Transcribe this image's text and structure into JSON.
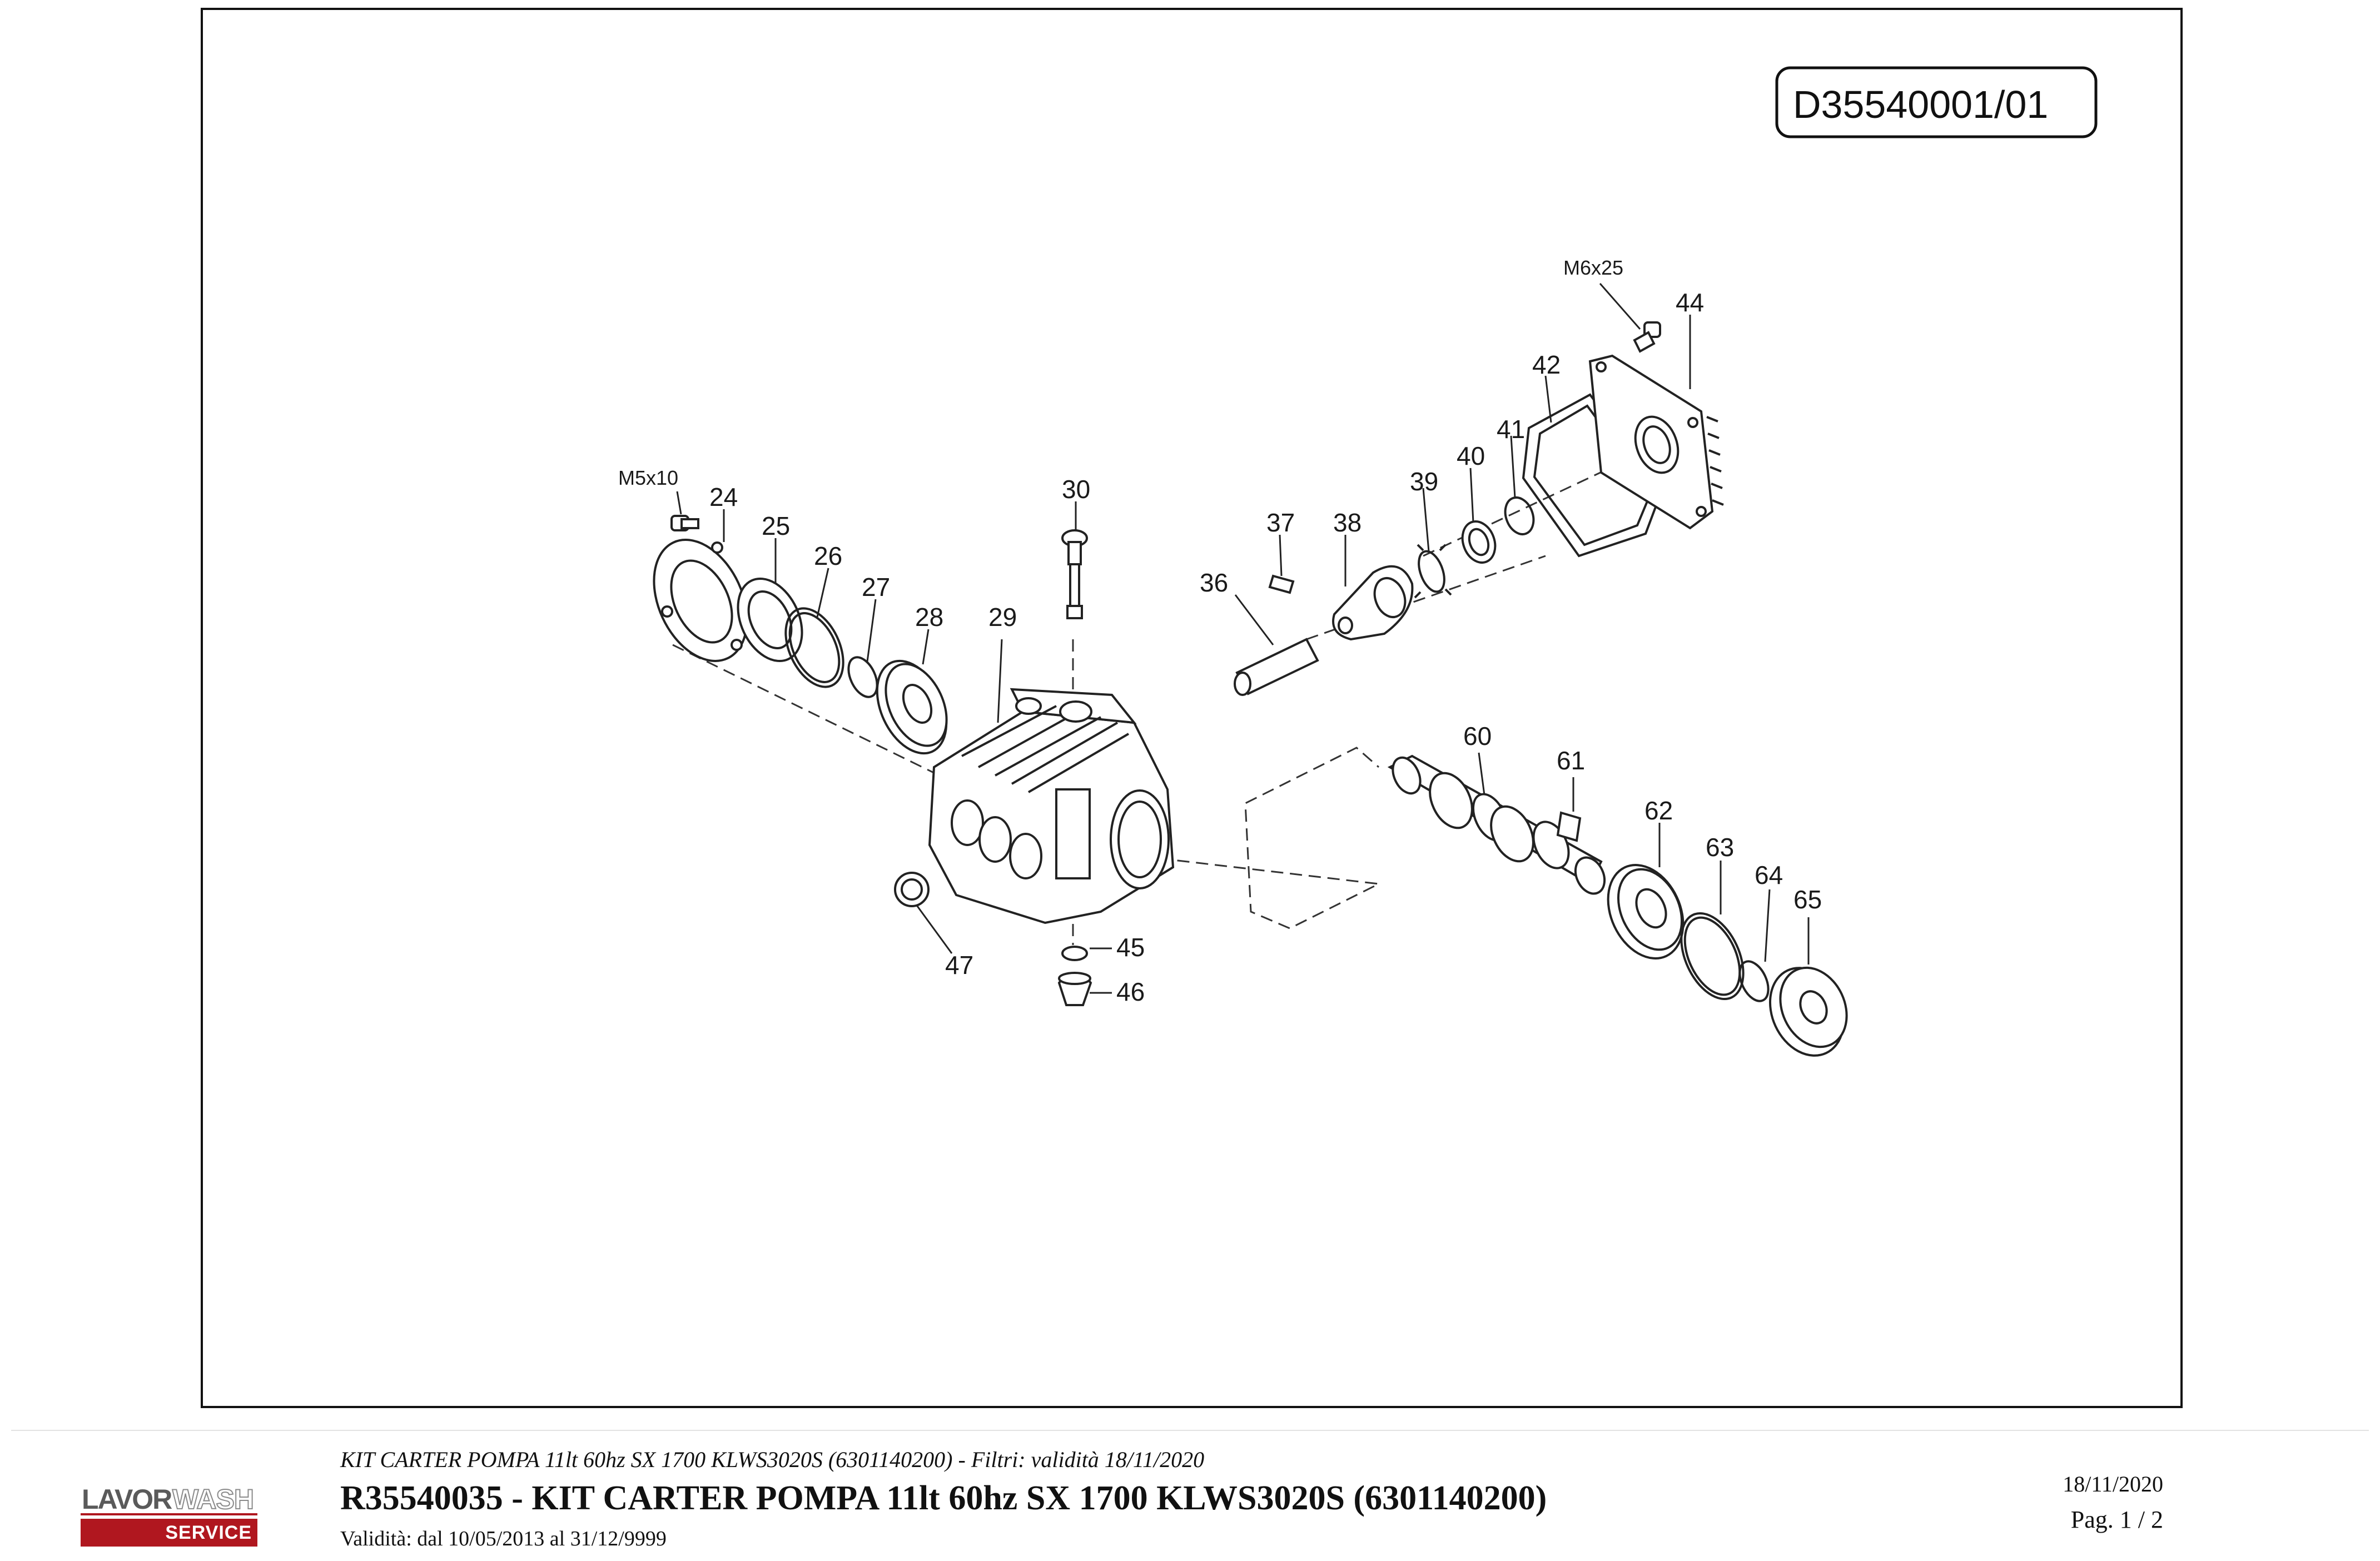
{
  "drawing": {
    "code": "D35540001/01",
    "part_labels": {
      "p24": "24",
      "p25": "25",
      "p26": "26",
      "p27": "27",
      "p28": "28",
      "p29": "29",
      "p30": "30",
      "p36": "36",
      "p37": "37",
      "p38": "38",
      "p39": "39",
      "p40": "40",
      "p41": "41",
      "p42": "42",
      "p44": "44",
      "p45": "45",
      "p46": "46",
      "p47": "47",
      "p60": "60",
      "p61": "61",
      "p62": "62",
      "p63": "63",
      "p64": "64",
      "p65": "65"
    },
    "screw_m5": "M5x10",
    "screw_m6": "M6x25"
  },
  "footer": {
    "logo_lavor": "LAVOR",
    "logo_wash": "WASH",
    "logo_service": "SERVICE",
    "filter_line": "KIT CARTER POMPA 11lt 60hz SX 1700 KLWS3020S (6301140200) - Filtri: validità 18/11/2020",
    "title": "R35540035 - KIT CARTER POMPA 11lt 60hz SX 1700 KLWS3020S (6301140200)",
    "validity": "Validità: dal 10/05/2013 al 31/12/9999",
    "date": "18/11/2020",
    "page": "Pag. 1 / 2"
  }
}
